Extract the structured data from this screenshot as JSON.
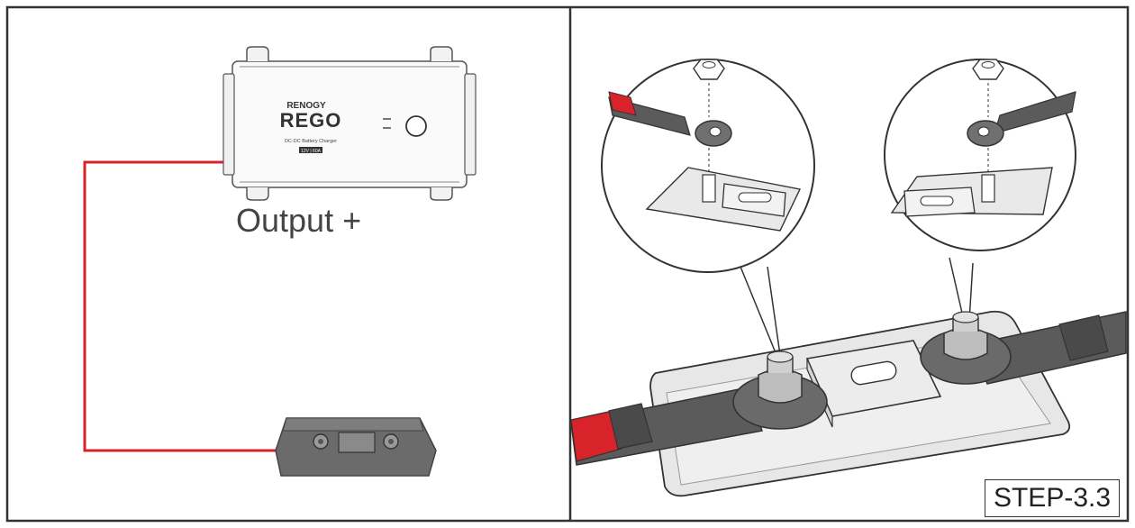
{
  "left_panel": {
    "charger": {
      "brand": "RENOGY",
      "model": "REGO",
      "subtitle": "DC-DC Battery Charger",
      "rating": "12V | 60A"
    },
    "terminal_label": "Output +"
  },
  "right_panel": {
    "step_label": "STEP-3.3"
  },
  "colors": {
    "wire_positive": "#d9232a",
    "outline": "#333333",
    "cable": "#5b5b5b",
    "fuse_base": "#e7e7e7"
  }
}
